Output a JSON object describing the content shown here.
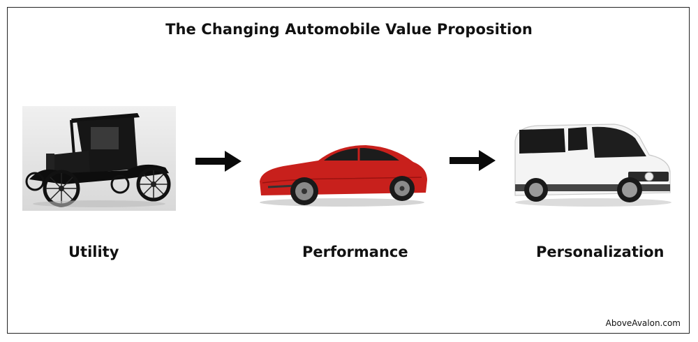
{
  "title": "The Changing Automobile Value Proposition",
  "stages": [
    {
      "label": "Utility",
      "image": "model-t-car-photo"
    },
    {
      "label": "Performance",
      "image": "red-sedan-photo"
    },
    {
      "label": "Personalization",
      "image": "white-van-photo"
    }
  ],
  "credit": "AboveAvalon.com",
  "colors": {
    "text": "#111111",
    "sedan_red": "#c8201c",
    "van_white": "#f4f4f4"
  }
}
